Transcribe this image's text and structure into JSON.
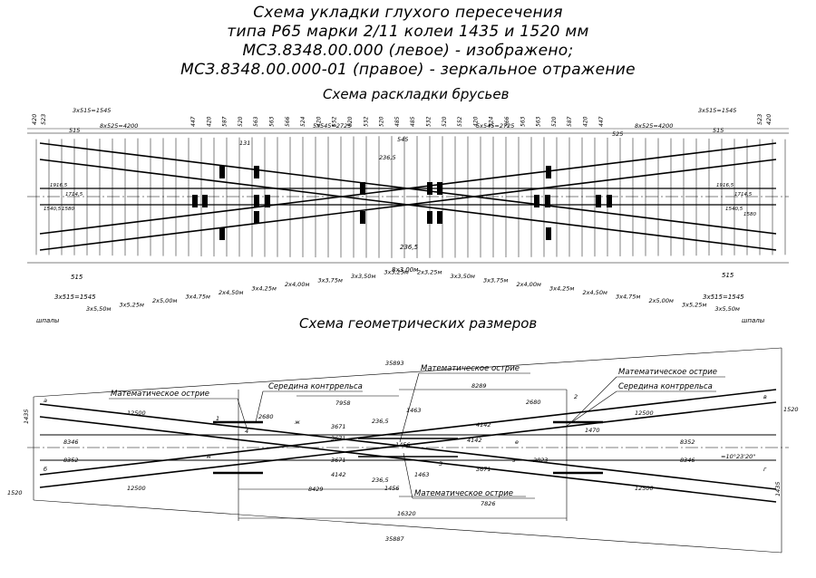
{
  "title": {
    "line1": "Схема укладки глухого пересечения",
    "line2": "типа Р65 марки 2/11 колеи 1435 и 1520 мм",
    "line3": "МСЗ.8348.00.000 (левое) - изображено;",
    "line4": "МСЗ.8348.00.000-01 (правое) - зеркальное отражение"
  },
  "layout_scheme": {
    "title": "Схема раскладки брусьев",
    "top_dims": {
      "left_sleepers": "3x515=1545",
      "right_sleepers": "3x515=1545",
      "left_spacing": "8x525=4200",
      "right_spacing": "8x525=4200",
      "center_left": "5x545=2725",
      "center_right": "5x545=2725",
      "center_gap": "236,5",
      "v515": "515",
      "v525": "525",
      "v545": "545",
      "v131": "131",
      "v420": "420",
      "v523": "523"
    },
    "top_numbers": [
      "447",
      "420",
      "587",
      "520",
      "563",
      "563",
      "566",
      "524",
      "420",
      "552",
      "520",
      "532",
      "520",
      "485",
      "485",
      "532",
      "520",
      "552",
      "420",
      "524",
      "566",
      "563",
      "563",
      "520",
      "587",
      "420",
      "447"
    ],
    "side_left": [
      "1916,5",
      "1714,5",
      "1540,5",
      "1580"
    ],
    "side_right": [
      "1916,5",
      "1714,5",
      "1540,5",
      "1580"
    ],
    "bottom_gap": "236,5",
    "bottom_group_center": "8x3,00м",
    "bottom_left_v515": "515",
    "bottom_right_v515": "515",
    "bottom_left_sleepers": "3x515=1545",
    "bottom_right_sleepers": "3x515=1545",
    "beams": [
      "3x5,50м",
      "3x5,25м",
      "2x5,00м",
      "3x4,75м",
      "2x4,50м",
      "3x4,25м",
      "2x4,00м",
      "3x3,75м",
      "3x3,50м",
      "3x3,25м",
      "2x3,25м",
      "3x3,50м",
      "3x3,75м",
      "2x4,00м",
      "3x4,25м",
      "2x4,50м",
      "3x4,75м",
      "2x5,00м",
      "3x5,25м",
      "3x5,50м"
    ],
    "sleepers_left": "шпалы",
    "sleepers_right": "шпалы"
  },
  "geometry_scheme": {
    "title": "Схема геометрических размеров",
    "overall_top": "35893",
    "overall_bottom": "35887",
    "span_16320": "16320",
    "labels": {
      "math_tip_left": "Математическое острие",
      "guard_mid_left": "Середина контррельса",
      "math_tip_top_center": "Математическое острие",
      "math_tip_right": "Математическое острие",
      "guard_mid_right": "Середина контррельса",
      "math_tip_bottom": "Математическое острие"
    },
    "dims": {
      "d7958": "7958",
      "d8289": "8289",
      "d2680_left": "2680",
      "d2680_right": "2680",
      "d12500_tl": "12500",
      "d12500_tr": "12500",
      "d12500_bl": "12500",
      "d12500_br": "12500",
      "d3671_a": "3671",
      "d3671_b": "3671",
      "d3671_c": "3671",
      "d3671_d": "3671",
      "d4142_a": "4142",
      "d4142_b": "4142",
      "d4142_c": "4142",
      "d2365_top": "236,5",
      "d2365_bot": "236,5",
      "d1463_a": "1463",
      "d1463_b": "1463",
      "d1456_a": "1456",
      "d1456_b": "1456",
      "d1470": "1470",
      "d8429": "8429",
      "d7826": "7826",
      "d2823": "2823",
      "d8346_l": "8346",
      "d8352_l": "8352",
      "d8352_r": "8352",
      "d8346_r": "8346",
      "d1435_l": "1435",
      "d1520_l": "1520",
      "d1520_r": "1520",
      "d1435_r": "1435",
      "angle": "=10°23'20\""
    },
    "point_letters": [
      "a",
      "б",
      "в",
      "г",
      "д",
      "e",
      "ж",
      "з"
    ],
    "node_numbers": [
      "1",
      "2",
      "3",
      "4"
    ]
  }
}
